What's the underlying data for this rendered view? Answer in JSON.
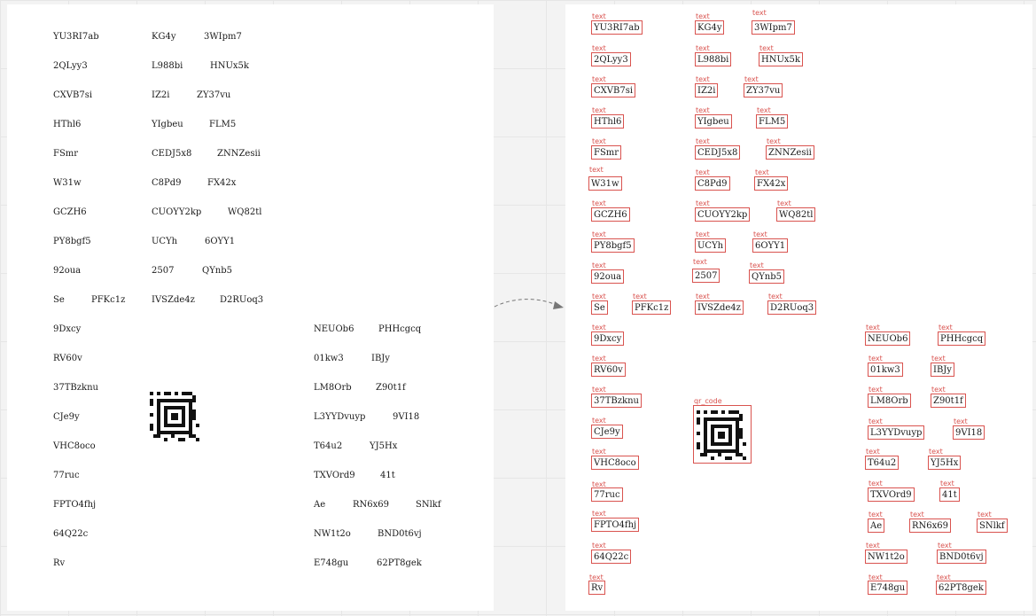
{
  "words": {
    "w01": "YU3RI7ab",
    "w02": "KG4y",
    "w03": "3WIpm7",
    "w04": "2QLyy3",
    "w05": "L988bi",
    "w06": "HNUx5k",
    "w07": "CXVB7si",
    "w08": "IZ2i",
    "w09": "ZY37vu",
    "w10": "HThl6",
    "w11": "YIgbeu",
    "w12": "FLM5",
    "w13": "FSmr",
    "w14": "CEDJ5x8",
    "w15": "ZNNZesii",
    "w16": "W31w",
    "w17": "C8Pd9",
    "w18": "FX42x",
    "w19": "GCZH6",
    "w20": "CUOYY2kp",
    "w21": "WQ82tl",
    "w22": "PY8bgf5",
    "w23": "UCYh",
    "w24": "6OYY1",
    "w25": "92oua",
    "w26": "2507",
    "w27": "QYnb5",
    "w28": "Se",
    "w29": "PFKc1z",
    "w30": "IVSZde4z",
    "w31": "D2RUoq3",
    "w32": "9Dxcy",
    "w33": "RV60v",
    "w34": "37TBzknu",
    "w35": "CJe9y",
    "w36": "VHC8oco",
    "w37": "77ruc",
    "w38": "FPTO4fhj",
    "w39": "64Q22c",
    "w40": "Rv",
    "w41": "NEUOb6",
    "w42": "PHHcgcq",
    "w43": "01kw3",
    "w44": "IBJy",
    "w45": "LM8Orb",
    "w46": "Z90t1f",
    "w47": "L3YYDvuyp",
    "w48": "9VI18",
    "w49": "T64u2",
    "w50": "YJ5Hx",
    "w51": "TXVOrd9",
    "w52": "41t",
    "w53": "Ae",
    "w54": "RN6x69",
    "w55": "SNlkf",
    "w56": "NW1t2o",
    "w57": "BND0t6vj",
    "w58": "E748gu",
    "w59": "62PT8gek"
  },
  "labels": {
    "text": "text",
    "qr": "qr_code"
  },
  "colors": {
    "annotation": "#d9534f",
    "ink": "#1a1a1a",
    "canvas": "#f3f3f3",
    "panel": "#ffffff"
  },
  "icons": {
    "qr": "qr-code-icon",
    "arrow": "dashed-arrow-icon"
  }
}
